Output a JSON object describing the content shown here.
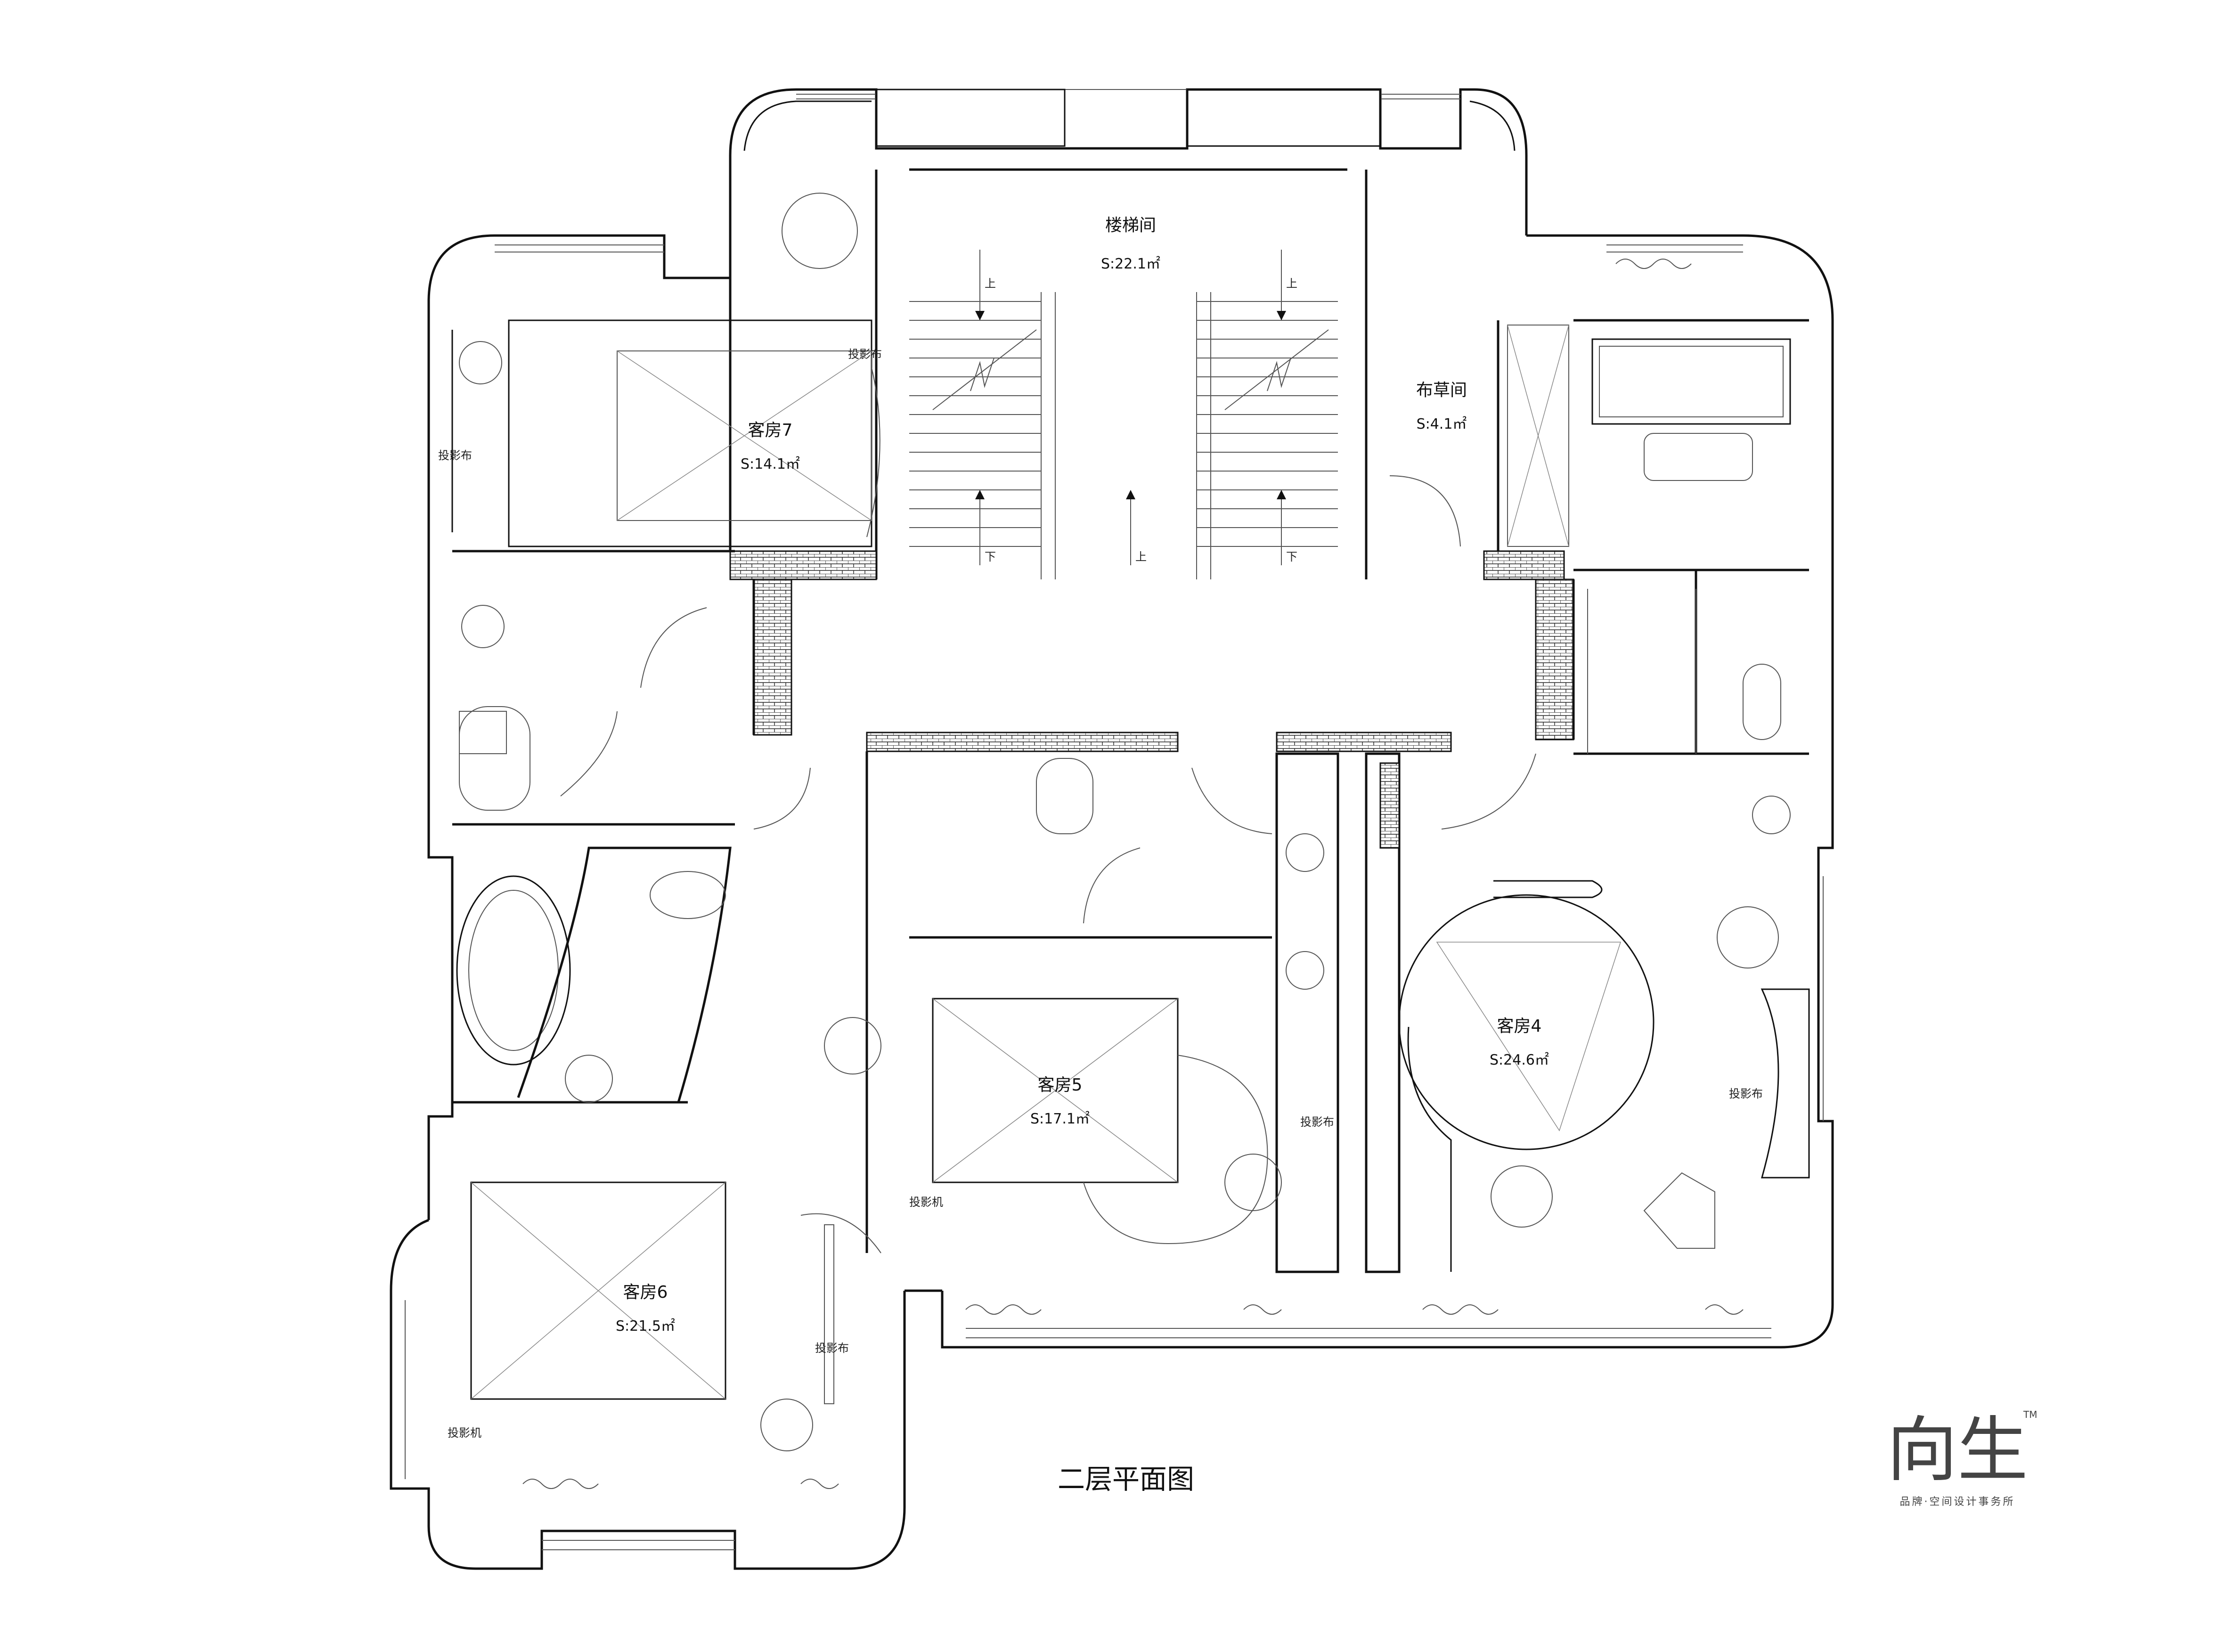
{
  "title": "二层平面图",
  "rooms": [
    {
      "name": "楼梯间",
      "area": "S:22.1㎡"
    },
    {
      "name": "布草间",
      "area": "S:4.1㎡"
    },
    {
      "name": "客房7",
      "area": "S:14.1㎡"
    },
    {
      "name": "客房5",
      "area": "S:17.1㎡"
    },
    {
      "name": "客房4",
      "area": "S:24.6㎡"
    },
    {
      "name": "客房6",
      "area": "S:21.5㎡"
    }
  ],
  "stair_marks": {
    "up": "上",
    "down": "下"
  },
  "notes": {
    "screen": "投影布",
    "projector": "投影机"
  },
  "logo": {
    "word": "向生",
    "tm": "TM",
    "subtitle": "品牌·空间设计事务所"
  }
}
